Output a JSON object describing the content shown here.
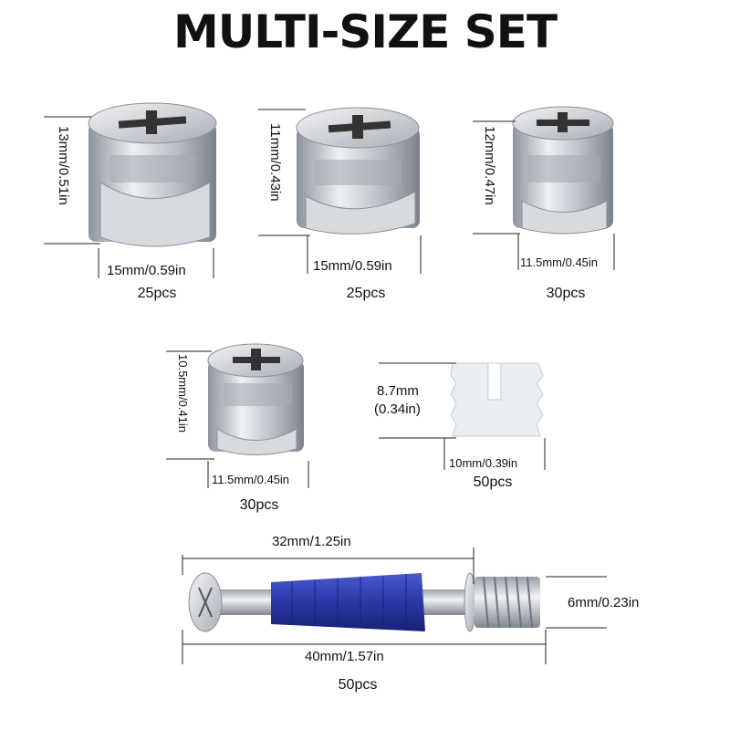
{
  "title": "MULTI-SIZE SET",
  "items": [
    {
      "height": "13mm/0.51in",
      "width": "15mm/0.59in",
      "count": "25pcs"
    },
    {
      "height": "11mm/0.43in",
      "width": "15mm/0.59in",
      "count": "25pcs"
    },
    {
      "height": "12mm/0.47in",
      "width": "11.5mm/0.45in",
      "count": "30pcs"
    },
    {
      "height": "10.5mm/0.41in",
      "width": "11.5mm/0.45in",
      "count": "30pcs"
    },
    {
      "height_line1": "8.7mm",
      "height_line2": "(0.34in)",
      "width": "10mm/0.39in",
      "count": "50pcs"
    }
  ],
  "bolt": {
    "length_short": "32mm/1.25in",
    "length_total": "40mm/1.57in",
    "diameter": "6mm/0.23in",
    "count": "50pcs"
  },
  "colors": {
    "metal": "#c9ccd1",
    "sleeve": "#2b3a9e",
    "plastic": "#e8ecef"
  }
}
